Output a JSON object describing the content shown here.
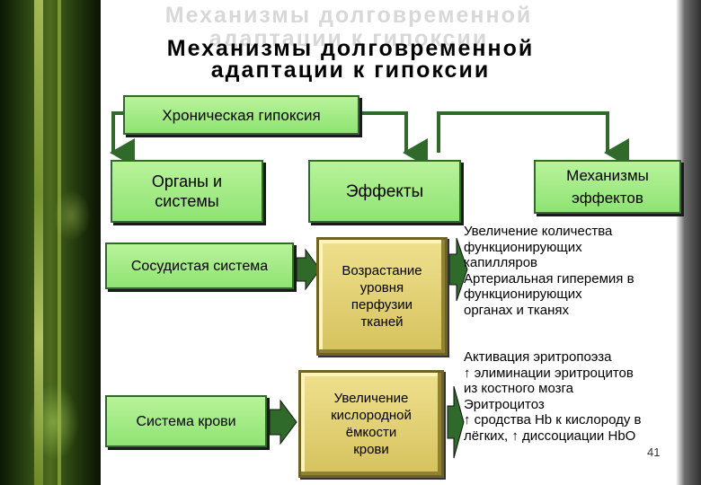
{
  "title": {
    "shadow": "Механизмы долговременной\nадаптации к гипоксии",
    "main": "Механизмы долговременной\nадаптации к гипоксии"
  },
  "boxes": {
    "chronic_hypoxia": "Хроническая гипоксия",
    "organs_systems": "Органы и\nсистемы",
    "effects": "Эффекты",
    "mechanisms_effects": "Механизмы\nэффектов",
    "vascular_system": "Сосудистая система",
    "perfusion_increase": "Возрастание\nуровня\nперфузии\nтканей",
    "blood_system": "Система крови",
    "oxygen_capacity": "Увеличение\nкислородной\nёмкости\nкрови"
  },
  "texts": {
    "capillaries": "Увеличение количества\nфункционирующих\nкапилляров\nАртериальная гиперемия в\nфункционирующих\nорганах и тканях",
    "erythropoiesis": "Активация эритропоэза\n↑ элиминации эритроцитов\nиз костного мозга\nЭритроцитоз\n↑ сродства Hb к кислороду в\nлёгких, ↑ диссоциации HbO",
    "page_number": "41"
  },
  "colors": {
    "box_green": "#a5eb86",
    "box_gold": "#e2d174",
    "arrow": "#2f6a2a"
  }
}
